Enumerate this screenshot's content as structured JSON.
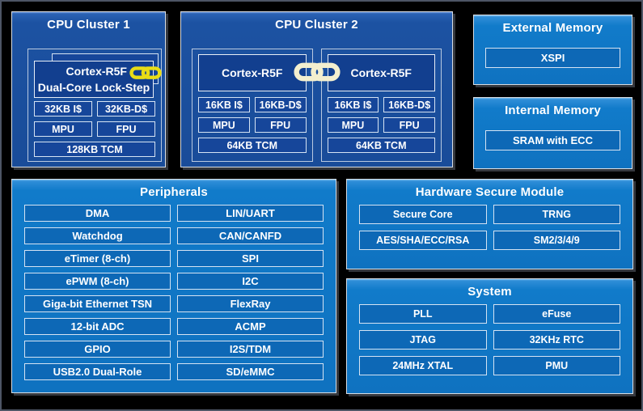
{
  "colors": {
    "panel_dark_blue": "#1c52a2",
    "panel_bright_blue": "#117bca",
    "cell_dark_blue": "#16469a",
    "cell_bright_blue": "#0d68b6",
    "chain_gold": "#e8dc16",
    "chain_cream": "#f3efcf",
    "text": "#ffffff",
    "background": "#000000"
  },
  "diagram": {
    "cpu_cluster_1": {
      "title": "CPU Cluster 1",
      "core_name": "Cortex-R5F",
      "core_mode": "Dual-Core Lock-Step",
      "icache": "32KB I$",
      "dcache": "32KB-D$",
      "mpu": "MPU",
      "fpu": "FPU",
      "tcm": "128KB TCM"
    },
    "cpu_cluster_2": {
      "title": "CPU Cluster 2",
      "cores": [
        {
          "name": "Cortex-R5F",
          "icache": "16KB I$",
          "dcache": "16KB-D$",
          "mpu": "MPU",
          "fpu": "FPU",
          "tcm": "64KB TCM"
        },
        {
          "name": "Cortex-R5F",
          "icache": "16KB I$",
          "dcache": "16KB-D$",
          "mpu": "MPU",
          "fpu": "FPU",
          "tcm": "64KB TCM"
        }
      ]
    },
    "external_memory": {
      "title": "External Memory",
      "item": "XSPI"
    },
    "internal_memory": {
      "title": "Internal Memory",
      "item": "SRAM with ECC"
    },
    "peripherals": {
      "title": "Peripherals",
      "left": [
        "DMA",
        "Watchdog",
        "eTimer (8-ch)",
        "ePWM (8-ch)",
        "Giga-bit Ethernet TSN",
        "12-bit ADC",
        "GPIO",
        "USB2.0 Dual-Role"
      ],
      "right": [
        "LIN/UART",
        "CAN/CANFD",
        "SPI",
        "I2C",
        "FlexRay",
        "ACMP",
        "I2S/TDM",
        "SD/eMMC"
      ]
    },
    "hardware_secure_module": {
      "title": "Hardware Secure Module",
      "rows": [
        [
          "Secure Core",
          "TRNG"
        ],
        [
          "AES/SHA/ECC/RSA",
          "SM2/3/4/9"
        ]
      ]
    },
    "system": {
      "title": "System",
      "rows": [
        [
          "PLL",
          "eFuse"
        ],
        [
          "JTAG",
          "32KHz RTC"
        ],
        [
          "24MHz XTAL",
          "PMU"
        ]
      ]
    }
  }
}
